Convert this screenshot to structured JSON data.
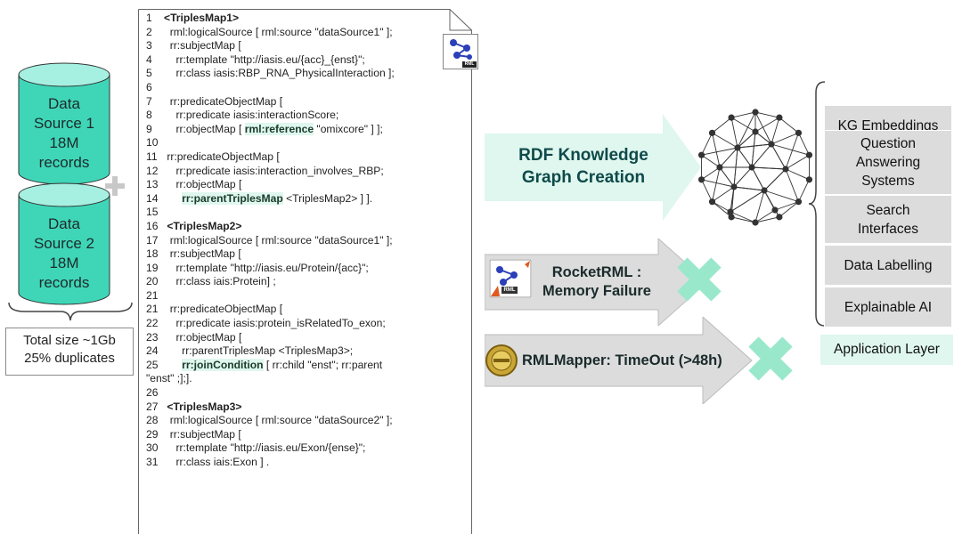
{
  "sources": {
    "source1": "Data Source 1 18M records",
    "source1_lines": [
      "Data",
      "Source 1",
      "18M",
      "records"
    ],
    "source2_lines": [
      "Data",
      "Source 2",
      "18M",
      "records"
    ],
    "summary_lines": [
      "Total size ~1Gb",
      "25% duplicates"
    ]
  },
  "code_lines": [
    {
      "n": "1",
      "parts": [
        {
          "t": "<TriplesMap1>",
          "s": "bold"
        }
      ]
    },
    {
      "n": "2",
      "parts": [
        {
          "t": "  rml:logicalSource [ rml:source \"dataSource1\" ];"
        }
      ]
    },
    {
      "n": "3",
      "parts": [
        {
          "t": "  rr:subjectMap ["
        }
      ]
    },
    {
      "n": "4",
      "parts": [
        {
          "t": "    rr:template \"http://iasis.eu/{acc}_{enst}\";"
        }
      ]
    },
    {
      "n": "5",
      "parts": [
        {
          "t": "    rr:class iasis:RBP_RNA_PhysicalInteraction ];"
        }
      ]
    },
    {
      "n": "6",
      "parts": [
        {
          "t": ""
        }
      ]
    },
    {
      "n": "7",
      "parts": [
        {
          "t": "  rr:predicateObjectMap ["
        }
      ]
    },
    {
      "n": "8",
      "parts": [
        {
          "t": "    rr:predicate iasis:interactionScore;"
        }
      ]
    },
    {
      "n": "9",
      "parts": [
        {
          "t": "    rr:objectMap [ "
        },
        {
          "t": "rml:reference",
          "s": "hl"
        },
        {
          "t": " \"omixcore\" ] ];"
        }
      ]
    },
    {
      "n": "10",
      "parts": [
        {
          "t": ""
        }
      ]
    },
    {
      "n": "11",
      "parts": [
        {
          "t": " rr:predicateObjectMap ["
        }
      ]
    },
    {
      "n": "12",
      "parts": [
        {
          "t": "    rr:predicate iasis:interaction_involves_RBP;"
        }
      ]
    },
    {
      "n": "13",
      "parts": [
        {
          "t": "    rr:objectMap ["
        }
      ]
    },
    {
      "n": "14",
      "parts": [
        {
          "t": "      "
        },
        {
          "t": "rr:parentTriplesMap",
          "s": "hl"
        },
        {
          "t": " <TriplesMap2> ] ]."
        }
      ]
    },
    {
      "n": "15",
      "parts": [
        {
          "t": ""
        }
      ]
    },
    {
      "n": "16",
      "parts": [
        {
          "t": " <TriplesMap2>",
          "s": "bold"
        }
      ]
    },
    {
      "n": "17",
      "parts": [
        {
          "t": "  rml:logicalSource [ rml:source \"dataSource1\" ];"
        }
      ]
    },
    {
      "n": "18",
      "parts": [
        {
          "t": "  rr:subjectMap ["
        }
      ]
    },
    {
      "n": "19",
      "parts": [
        {
          "t": "    rr:template \"http://iasis.eu/Protein/{acc}\";"
        }
      ]
    },
    {
      "n": "20",
      "parts": [
        {
          "t": "    rr:class iais:Protein] ;"
        }
      ]
    },
    {
      "n": "21",
      "parts": [
        {
          "t": ""
        }
      ]
    },
    {
      "n": "21",
      "parts": [
        {
          "t": "  rr:predicateObjectMap ["
        }
      ]
    },
    {
      "n": "22",
      "parts": [
        {
          "t": "    rr:predicate iasis:protein_isRelatedTo_exon;"
        }
      ]
    },
    {
      "n": "23",
      "parts": [
        {
          "t": "    rr:objectMap ["
        }
      ]
    },
    {
      "n": "24",
      "parts": [
        {
          "t": "      rr:parentTriplesMap <TriplesMap3>;"
        }
      ]
    },
    {
      "n": "25",
      "parts": [
        {
          "t": "      "
        },
        {
          "t": "rr:joinCondition",
          "s": "hl"
        },
        {
          "t": " [ rr:child \"enst\"; rr:parent"
        }
      ]
    },
    {
      "n": "",
      "parts": [
        {
          "t": "\"enst\" ;];]."
        }
      ]
    },
    {
      "n": "26",
      "parts": [
        {
          "t": ""
        }
      ]
    },
    {
      "n": "27",
      "parts": [
        {
          "t": " <TriplesMap3>",
          "s": "bold"
        }
      ]
    },
    {
      "n": "28",
      "parts": [
        {
          "t": "  rml:logicalSource [ rml:source \"dataSource2\" ];"
        }
      ]
    },
    {
      "n": "29",
      "parts": [
        {
          "t": "  rr:subjectMap ["
        }
      ]
    },
    {
      "n": "30",
      "parts": [
        {
          "t": "    rr:template \"http://iasis.eu/Exon/{ense}\";"
        }
      ]
    },
    {
      "n": "31",
      "parts": [
        {
          "t": "    rr:class iais:Exon ] ."
        }
      ]
    }
  ],
  "rml_logo_label": "RML",
  "arrows": {
    "rdf": [
      "RDF Knowledge",
      "Graph Creation"
    ],
    "rocket": [
      "RocketRML :",
      "Memory Failure"
    ],
    "rmlmapper": "RMLMapper: TimeOut (>48h)",
    "rocket_logo_label": "RML"
  },
  "applications": [
    [
      "KG Embeddings"
    ],
    [
      "Question",
      "Answering",
      "Systems"
    ],
    [
      "Search",
      "Interfaces"
    ],
    [
      "Data Labelling"
    ],
    [
      "Explainable AI"
    ]
  ],
  "application_layer": "Application Layer",
  "colors": {
    "cyl_fill": "#3fd6b8",
    "cyl_top": "#a6f0e2",
    "arrow_green": "#dff7ee",
    "arrow_gray": "#dcdcdc",
    "cross": "#9ae8cc"
  }
}
